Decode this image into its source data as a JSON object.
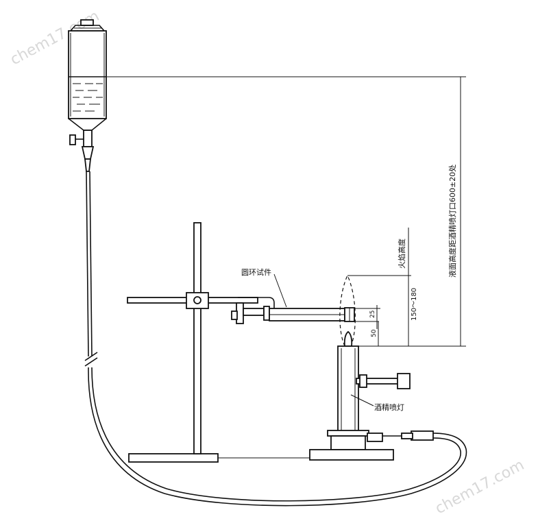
{
  "labels": {
    "ring_specimen": "圆环试件",
    "flame_height": "火焰高度",
    "alcohol_lamp": "酒精喷灯",
    "liquid_level": "液面高度距酒精喷灯口600±20处"
  },
  "dimensions": {
    "flame_range": "150～180",
    "dim_25": "25",
    "dim_50": "50"
  },
  "watermarks": [
    "chem17.com",
    "chem17.com"
  ]
}
